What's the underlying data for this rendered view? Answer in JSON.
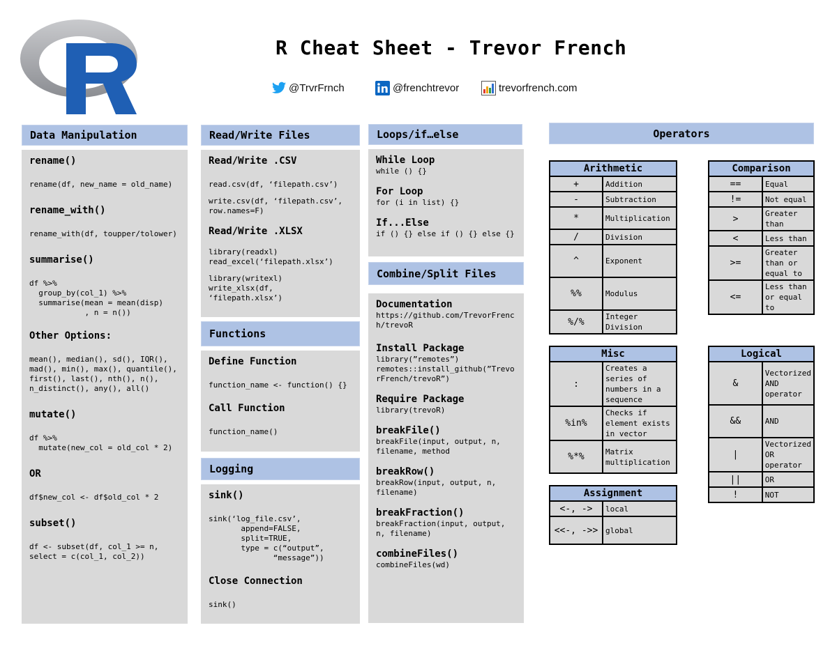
{
  "header": {
    "title": "R Cheat Sheet - Trevor French",
    "twitter": "@TrvrFrnch",
    "linkedin": "@frenchtrevor",
    "website": "trevorfrench.com"
  },
  "colors": {
    "section_header": "#aec2e4",
    "panel": "#d9d9d9",
    "r_blue": "#1f5fb4",
    "ring_grey": "#9fa1a6"
  },
  "data_manipulation": {
    "title": "Data Manipulation",
    "rename_title": "rename()",
    "rename_code": "rename(df, new_name = old_name)",
    "rename_with_title": "rename_with()",
    "rename_with_code": "rename_with(df, toupper/tolower)",
    "summarise_title": "summarise()",
    "summarise_code": "df %>%\n  group_by(col_1) %>%\n  summarise(mean = mean(disp)\n            , n = n())",
    "other_title": "Other Options:",
    "other_code": "mean(), median(), sd(), IQR(),\nmad(), min(), max(), quantile(),\nfirst(), last(), nth(), n(),\nn_distinct(), any(), all()",
    "mutate_title": "mutate()",
    "mutate_code": "df %>%\n  mutate(new_col = old_col * 2)",
    "or_title": "OR",
    "or_code": "df$new_col <- df$old_col * 2",
    "subset_title": "subset()",
    "subset_code": "df <- subset(df, col_1 >= n,\nselect = c(col_1, col_2))"
  },
  "read_write": {
    "title": "Read/Write Files",
    "csv_title": "Read/Write .CSV",
    "csv_read": "read.csv(df, ‘filepath.csv’)",
    "csv_write": "write.csv(df, ‘filepath.csv’,\nrow.names=F)",
    "xlsx_title": "Read/Write .XLSX",
    "xlsx_read": "library(readxl)\nread_excel(‘filepath.xlsx’)",
    "xlsx_write": "library(writexl)\nwrite_xlsx(df,\n‘filepath.xlsx’)"
  },
  "functions": {
    "title": "Functions",
    "define_title": "Define Function",
    "define_code": "function_name <- function() {}",
    "call_title": "Call Function",
    "call_code": "function_name()"
  },
  "logging": {
    "title": "Logging",
    "sink_title": "sink()",
    "sink_code": "sink(‘log_file.csv’,\n       append=FALSE,\n       split=TRUE,\n       type = c(“output”,\n              “message”))",
    "close_title": "Close Connection",
    "close_code": "sink()"
  },
  "loops": {
    "title": "Loops/if…else",
    "while_title": "While Loop",
    "while_code": "while () {}",
    "for_title": "For Loop",
    "for_code": "for (i in list) {}",
    "if_title": "If...Else",
    "if_code": "if () {} else if () {} else {}"
  },
  "combine": {
    "title": "Combine/Split Files",
    "doc_title": "Documentation",
    "doc_code": "https://github.com/TrevorFrenc\nh/trevoR",
    "install_title": "Install Package",
    "install_code": "library(”remotes”)\nremotes::install_github(”Trevo\nrFrench/trevoR”)",
    "require_title": "Require Package",
    "require_code": "library(trevoR)",
    "bf_title": "breakFile()",
    "bf_code": "breakFile(input, output, n,\nfilename, method",
    "br_title": "breakRow()",
    "br_code": "breakRow(input, output, n,\nfilename)",
    "bfr_title": "breakFraction()",
    "bfr_code": "breakFraction(input, output,\nn, filename)",
    "cf_title": "combineFiles()",
    "cf_code": "combineFiles(wd)"
  },
  "operators": {
    "title": "Operators",
    "arithmetic": {
      "title": "Arithmetic",
      "rows": [
        {
          "sym": "+",
          "desc": "Addition"
        },
        {
          "sym": "-",
          "desc": "Subtraction"
        },
        {
          "sym": "*",
          "desc": "Multiplication"
        },
        {
          "sym": "/",
          "desc": "Division"
        },
        {
          "sym": "^",
          "desc": "Exponent"
        },
        {
          "sym": "%%",
          "desc": "Modulus"
        },
        {
          "sym": "%/%",
          "desc": "Integer\nDivision"
        }
      ]
    },
    "comparison": {
      "title": "Comparison",
      "rows": [
        {
          "sym": "==",
          "desc": "Equal"
        },
        {
          "sym": "!=",
          "desc": "Not equal"
        },
        {
          "sym": ">",
          "desc": "Greater\nthan"
        },
        {
          "sym": "<",
          "desc": "Less than"
        },
        {
          "sym": ">=",
          "desc": "Greater\nthan or\nequal to"
        },
        {
          "sym": "<=",
          "desc": "Less than\nor equal\nto"
        }
      ]
    },
    "misc": {
      "title": "Misc",
      "rows": [
        {
          "sym": ":",
          "desc": "Creates a\nseries of\nnumbers in a\nsequence"
        },
        {
          "sym": "%in%",
          "desc": "Checks if\nelement exists\nin vector"
        },
        {
          "sym": "%*%",
          "desc": "Matrix\nmultiplication"
        }
      ]
    },
    "logical": {
      "title": "Logical",
      "rows": [
        {
          "sym": "&",
          "desc": "Vectorized\nAND\noperator"
        },
        {
          "sym": "&&",
          "desc": "AND"
        },
        {
          "sym": "|",
          "desc": "Vectorized\nOR\noperator"
        },
        {
          "sym": "||",
          "desc": "OR"
        },
        {
          "sym": "!",
          "desc": "NOT"
        }
      ]
    },
    "assignment": {
      "title": "Assignment",
      "rows": [
        {
          "sym": "<-, ->",
          "desc": "local"
        },
        {
          "sym": "<<-, ->>",
          "desc": "global"
        }
      ]
    }
  }
}
